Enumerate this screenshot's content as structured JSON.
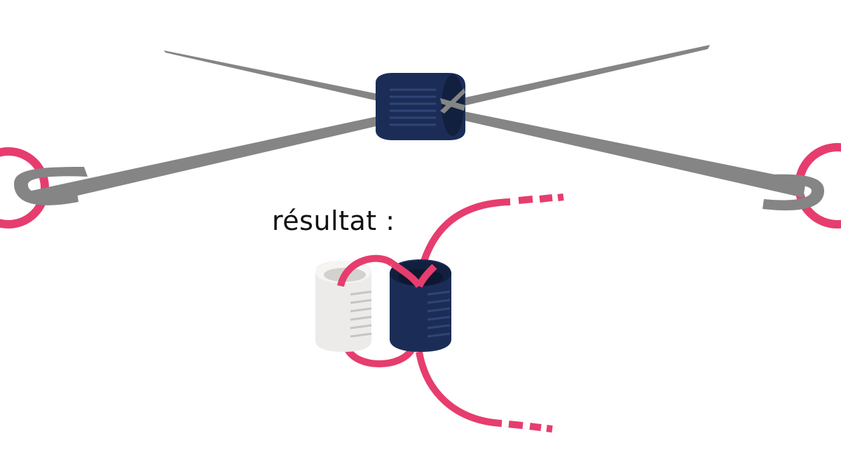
{
  "result_label": "résultat :",
  "colors": {
    "thread": "#e63d6e",
    "needle": "#858585",
    "bead_dark": "#1b2d57",
    "bead_dark_shade": "#12203f",
    "bead_light": "#ecebea",
    "bead_light_shade": "#d4d2cf",
    "background": "#ffffff"
  },
  "elements": {
    "left_needle": "needle",
    "right_needle": "needle",
    "dark_bead": "dark-bead",
    "light_bead": "light-bead"
  }
}
